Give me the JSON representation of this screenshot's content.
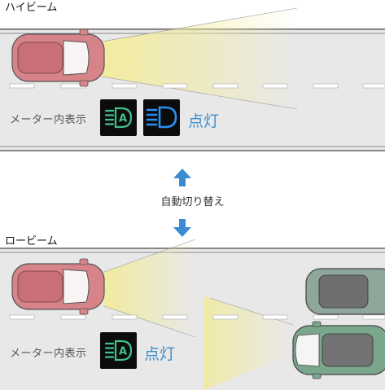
{
  "high_beam": {
    "title": "ハイビーム",
    "meter_label": "メーター内表示",
    "status": "点灯",
    "indicators": [
      "auto-high-beam-icon",
      "high-beam-icon"
    ]
  },
  "switch": {
    "label": "自動切り替え",
    "up_color": "#3b8ad4",
    "down_color": "#3b8ad4"
  },
  "low_beam": {
    "title": "ロービーム",
    "meter_label": "メーター内表示",
    "status": "点灯",
    "indicators": [
      "auto-high-beam-icon"
    ]
  },
  "colors": {
    "own_car": "#d9878c",
    "oncoming_car": "#7aa68c",
    "ahead_car": "#8fa69a",
    "road": "#e6e6e6",
    "lit_text": "#3a8fd0",
    "indicator_green": "#3ec48a",
    "indicator_blue": "#2a8ff0"
  }
}
